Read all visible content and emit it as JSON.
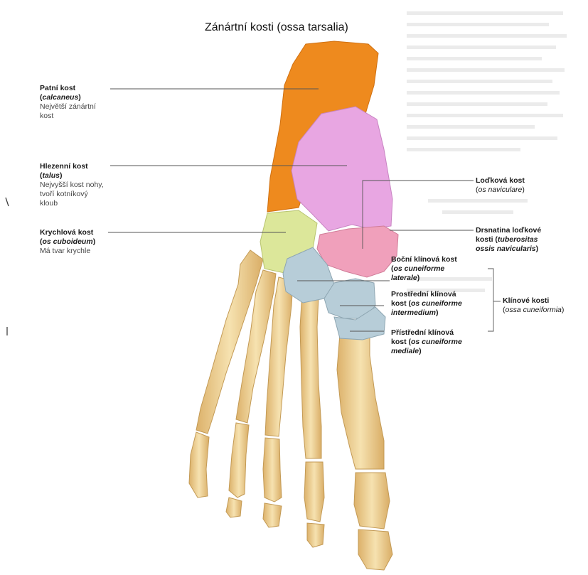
{
  "title": "Zánártní kosti (ossa tarsalia)",
  "labels": {
    "calcaneus": {
      "name": "Patní kost",
      "latin": "calcaneus",
      "desc_line1": "Největší zánártní",
      "desc_line2": "kost"
    },
    "talus": {
      "name": "Hlezenní kost",
      "latin": "talus",
      "desc_line1": "Nejvyšší kost nohy,",
      "desc_line2": "tvoří kotníkový",
      "desc_line3": "kloub"
    },
    "cuboid": {
      "name": "Krychlová kost",
      "latin": "os cuboideum",
      "desc": "Má tvar krychle"
    },
    "navicular": {
      "name": "Loďková kost",
      "latin": "os naviculare"
    },
    "tuberosity": {
      "line1": "Drsnatina loďkové",
      "line2_prefix": "kosti (",
      "latin_1": "tuberositas",
      "latin_2": "ossis navicularis",
      "close": ")"
    },
    "lateral": {
      "name": "Boční klínová kost",
      "latin_1": "os cuneiforme",
      "latin_2": "laterale"
    },
    "intermediate": {
      "line1": "Prostřední klínová",
      "line2_prefix": "kost (",
      "latin_1": "os cuneiforme",
      "latin_2": "intermedium",
      "close": ")"
    },
    "medial": {
      "line1": "Přístřední klínová",
      "line2_prefix": "kost (",
      "latin_1": "os cuneiforme",
      "latin_2": "mediale",
      "close": ")"
    },
    "cuneiforms": {
      "name": "Klínové kosti",
      "latin": "ossa cuneiformia"
    }
  },
  "colors": {
    "calcaneus": "#ee8a1e",
    "talus": "#e8a6e2",
    "cuboid": "#dce79a",
    "navicular": "#f0a0bb",
    "cuneiform": "#b7cdd8",
    "bone": "#f0d8a0",
    "bone_shade": "#d9b36a",
    "leader": "#555555"
  }
}
